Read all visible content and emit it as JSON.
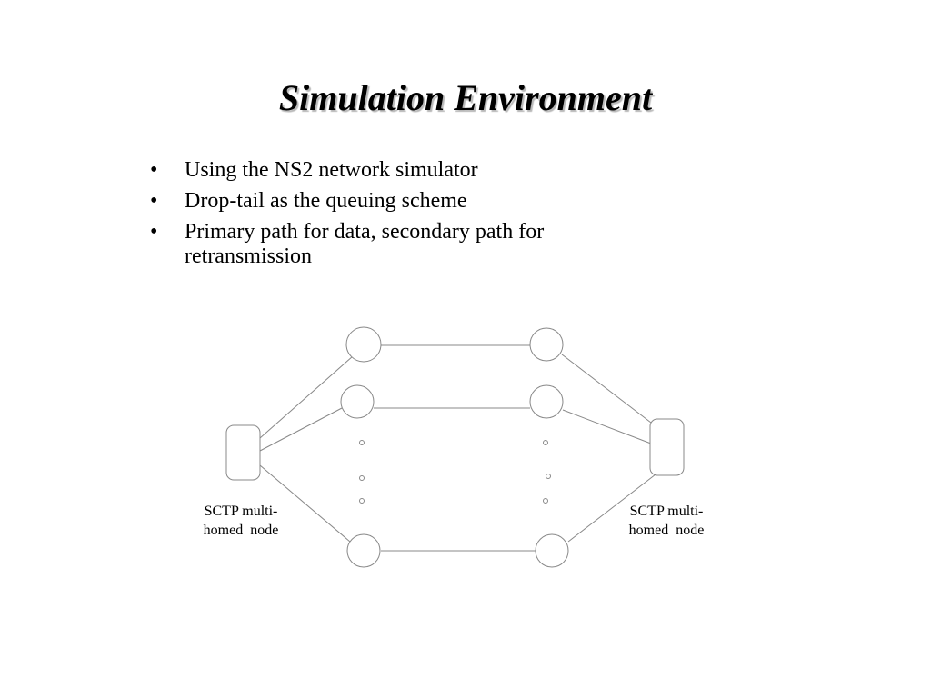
{
  "slide": {
    "title": "Simulation Environment"
  },
  "bullets": {
    "marker": "•",
    "items": [
      {
        "text": "Using the NS2 network simulator"
      },
      {
        "text": "Drop-tail as the queuing scheme"
      },
      {
        "text": "Primary path for data, secondary path for retransmission"
      }
    ]
  },
  "diagram": {
    "left_node_label": "SCTP multi-\nhomed  node",
    "right_node_label": "SCTP multi-\nhomed  node",
    "colors": {
      "stroke": "#888888",
      "fill": "#ffffff"
    }
  }
}
